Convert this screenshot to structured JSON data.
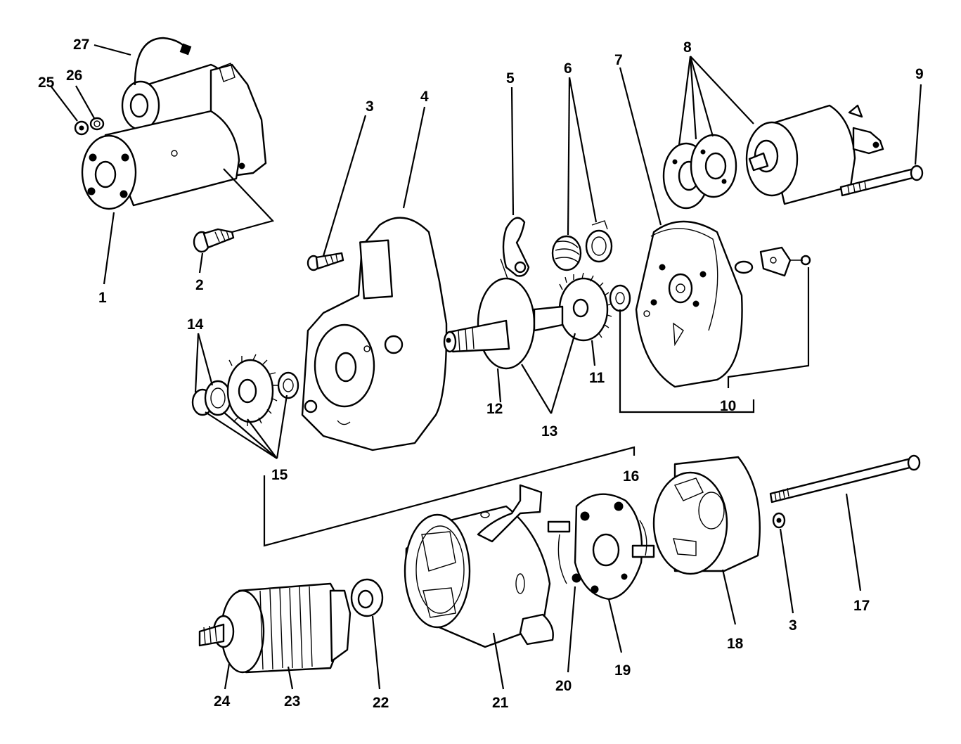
{
  "diagram": {
    "callouts": [
      {
        "id": "c27",
        "text": "27"
      },
      {
        "id": "c25",
        "text": "25"
      },
      {
        "id": "c26",
        "text": "26"
      },
      {
        "id": "c1",
        "text": "1"
      },
      {
        "id": "c2",
        "text": "2"
      },
      {
        "id": "c3a",
        "text": "3"
      },
      {
        "id": "c4",
        "text": "4"
      },
      {
        "id": "c5",
        "text": "5"
      },
      {
        "id": "c6",
        "text": "6"
      },
      {
        "id": "c7",
        "text": "7"
      },
      {
        "id": "c8",
        "text": "8"
      },
      {
        "id": "c9",
        "text": "9"
      },
      {
        "id": "c14",
        "text": "14"
      },
      {
        "id": "c15",
        "text": "15"
      },
      {
        "id": "c12",
        "text": "12"
      },
      {
        "id": "c13",
        "text": "13"
      },
      {
        "id": "c11",
        "text": "11"
      },
      {
        "id": "c10",
        "text": "10"
      },
      {
        "id": "c16",
        "text": "16"
      },
      {
        "id": "c17",
        "text": "17"
      },
      {
        "id": "c3b",
        "text": "3"
      },
      {
        "id": "c18",
        "text": "18"
      },
      {
        "id": "c19",
        "text": "19"
      },
      {
        "id": "c20",
        "text": "20"
      },
      {
        "id": "c21",
        "text": "21"
      },
      {
        "id": "c22",
        "text": "22"
      },
      {
        "id": "c23",
        "text": "23"
      },
      {
        "id": "c24",
        "text": "24"
      }
    ]
  }
}
